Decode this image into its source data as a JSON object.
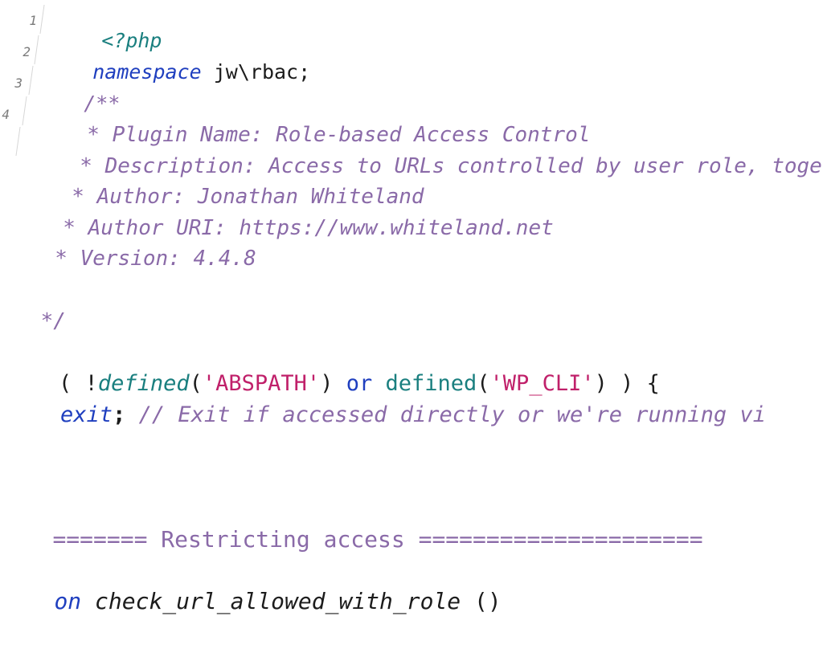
{
  "line_numbers": [
    "1",
    "2",
    "3",
    "4"
  ],
  "code": {
    "line1": {
      "text": "<?php"
    },
    "line2": {
      "keyword": "namespace",
      "rest": " jw\\rbac;"
    },
    "line3": {
      "text": "/**"
    },
    "line4": {
      "text": " * Plugin Name: Role-based Access Control"
    },
    "line5": {
      "text": " * Description: Access to URLs controlled by user role, togeth"
    },
    "line6": {
      "text": " * Author: Jonathan Whiteland"
    },
    "line7": {
      "text": " * Author URI: https://www.whiteland.net"
    },
    "line8": {
      "text": " * Version: 4.4.8"
    },
    "line9": {
      "text": "*/"
    },
    "line10": {
      "open": "( !",
      "fn1": "defined",
      "p1": "(",
      "str1": "'ABSPATH'",
      "p2": ") ",
      "op": "or",
      "sp": " ",
      "fn2": "defined",
      "p3": "(",
      "str2": "'WP_CLI'",
      "p4": ") ) {"
    },
    "line11": {
      "kw": "exit",
      "semi": ";",
      "comment": " // Exit if accessed directly or we're running vi"
    },
    "line12": {
      "text": "======= Restricting access ====================="
    },
    "line13": {
      "kw": "on",
      "fname": " check_url_allowed_with_role",
      "rest": " ()"
    }
  }
}
